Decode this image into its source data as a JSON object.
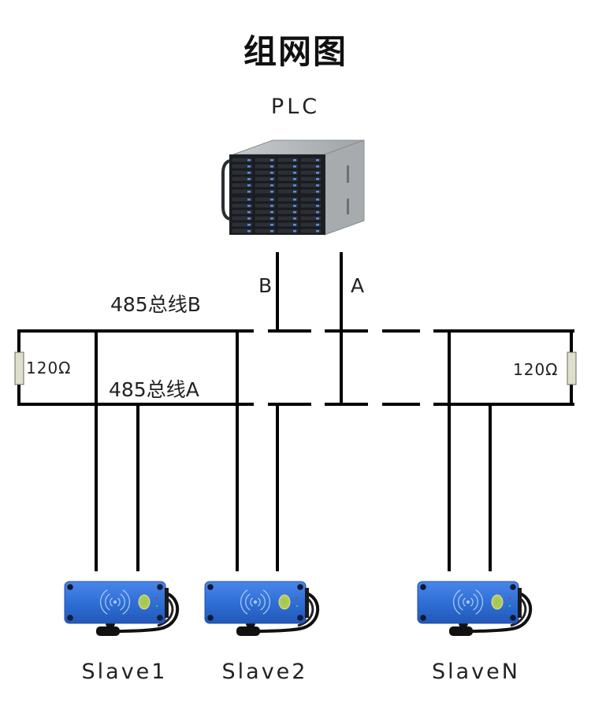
{
  "title": "组网图",
  "master": {
    "label": "PLC",
    "icon": "server-rack-icon",
    "wire_labels": {
      "b": "B",
      "a": "A"
    }
  },
  "bus": {
    "b_label": "485总线B",
    "a_label": "485总线A",
    "terminator_left": "120Ω",
    "terminator_right": "120Ω"
  },
  "slaves": [
    {
      "label": "Slave1",
      "icon": "rfid-reader-icon"
    },
    {
      "label": "Slave2",
      "icon": "rfid-reader-icon"
    },
    {
      "label": "SlaveN",
      "icon": "rfid-reader-icon"
    }
  ],
  "colors": {
    "wire": "#000000",
    "resistor_fill": "#dfe0cc",
    "device_blue": "#2f6fd6",
    "server_front": "#1c1f24",
    "server_body": "#b9bcbf",
    "led_blue": "#5a8fe0"
  }
}
